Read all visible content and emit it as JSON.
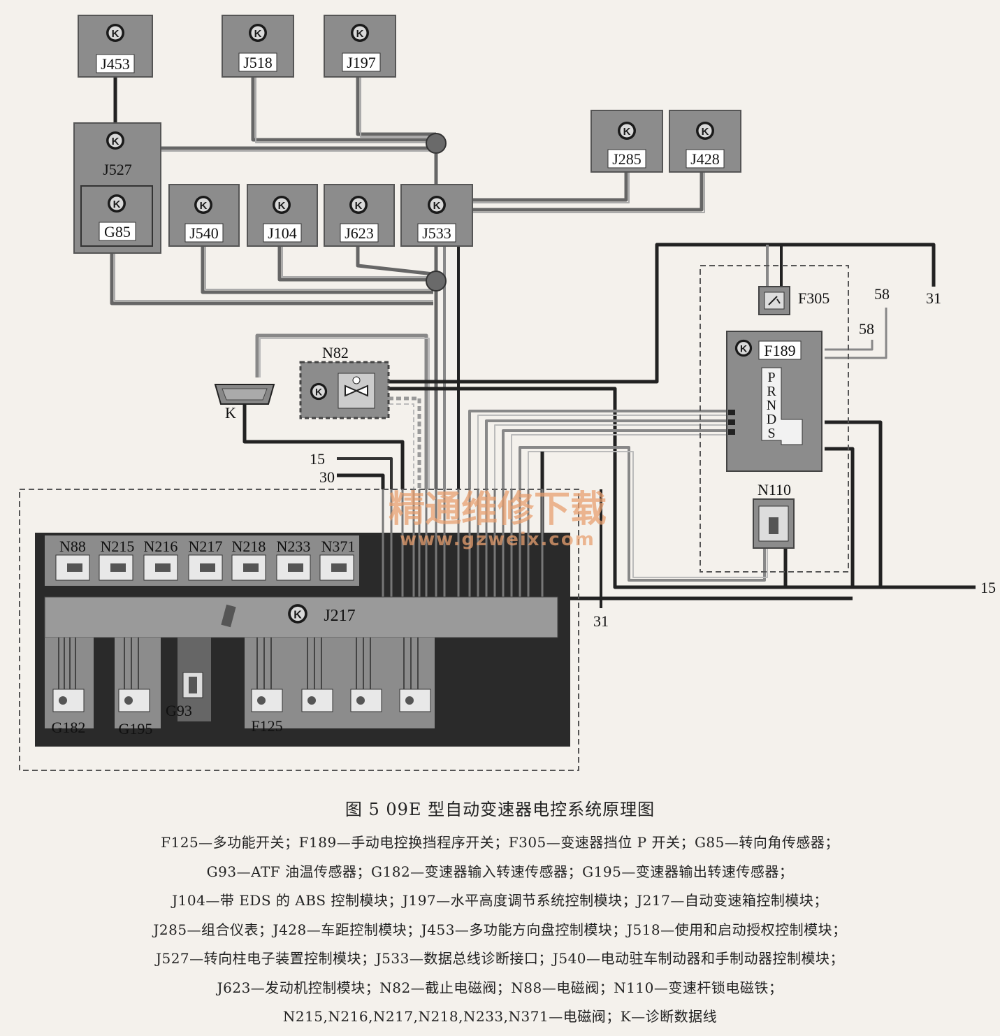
{
  "modules": {
    "J453": "J453",
    "J518": "J518",
    "J197": "J197",
    "J527": "J527",
    "G85": "G85",
    "J285": "J285",
    "J428": "J428",
    "J540": "J540",
    "J104": "J104",
    "J623": "J623",
    "J533": "J533",
    "N82": "N82",
    "K": "K",
    "F305": "F305",
    "F189": "F189",
    "N110": "N110",
    "J217": "J217",
    "G182": "G182",
    "G195": "G195",
    "G93": "G93",
    "F125": "F125"
  },
  "selector_positions": [
    "P",
    "R",
    "N",
    "D",
    "S"
  ],
  "valves": [
    "N88",
    "N215",
    "N216",
    "N217",
    "N218",
    "N233",
    "N371"
  ],
  "terminals": {
    "t31_top": "31",
    "t58_a": "58",
    "t58_b": "58",
    "t15_left": "15",
    "t30_left": "30",
    "t15_right": "15",
    "t31_bottom": "31"
  },
  "watermark": {
    "text": "精通维修下载",
    "url": "www.gzweix.com"
  },
  "caption": {
    "title": "图 5   09E 型自动变速器电控系统原理图",
    "lines": [
      "F125—多功能开关；F189—手动电控换挡程序开关；F305—变速器挡位 P 开关；G85—转向角传感器；",
      "G93—ATF 油温传感器；G182—变速器输入转速传感器；G195—变速器输出转速传感器；",
      "J104—带 EDS 的 ABS 控制模块；J197—水平高度调节系统控制模块；J217—自动变速箱控制模块；",
      "J285—组合仪表；J428—车距控制模块；J453—多功能方向盘控制模块；J518—使用和启动授权控制模块；",
      "J527—转向柱电子装置控制模块；J533—数据总线诊断接口；J540—电动驻车制动器和手制动器控制模块；",
      "J623—发动机控制模块；N82—截止电磁阀；N88—电磁阀；N110—变速杆锁电磁铁；",
      "N215,N216,N217,N218,N233,N371—电磁阀；K—诊断数据线"
    ]
  },
  "colors": {
    "module_fill": "#8c8c8c",
    "wire_dark": "#222222",
    "wire_gray": "#8a8a8a",
    "j217_fill": "#9a9a9a",
    "watermark": "#e8a070"
  }
}
